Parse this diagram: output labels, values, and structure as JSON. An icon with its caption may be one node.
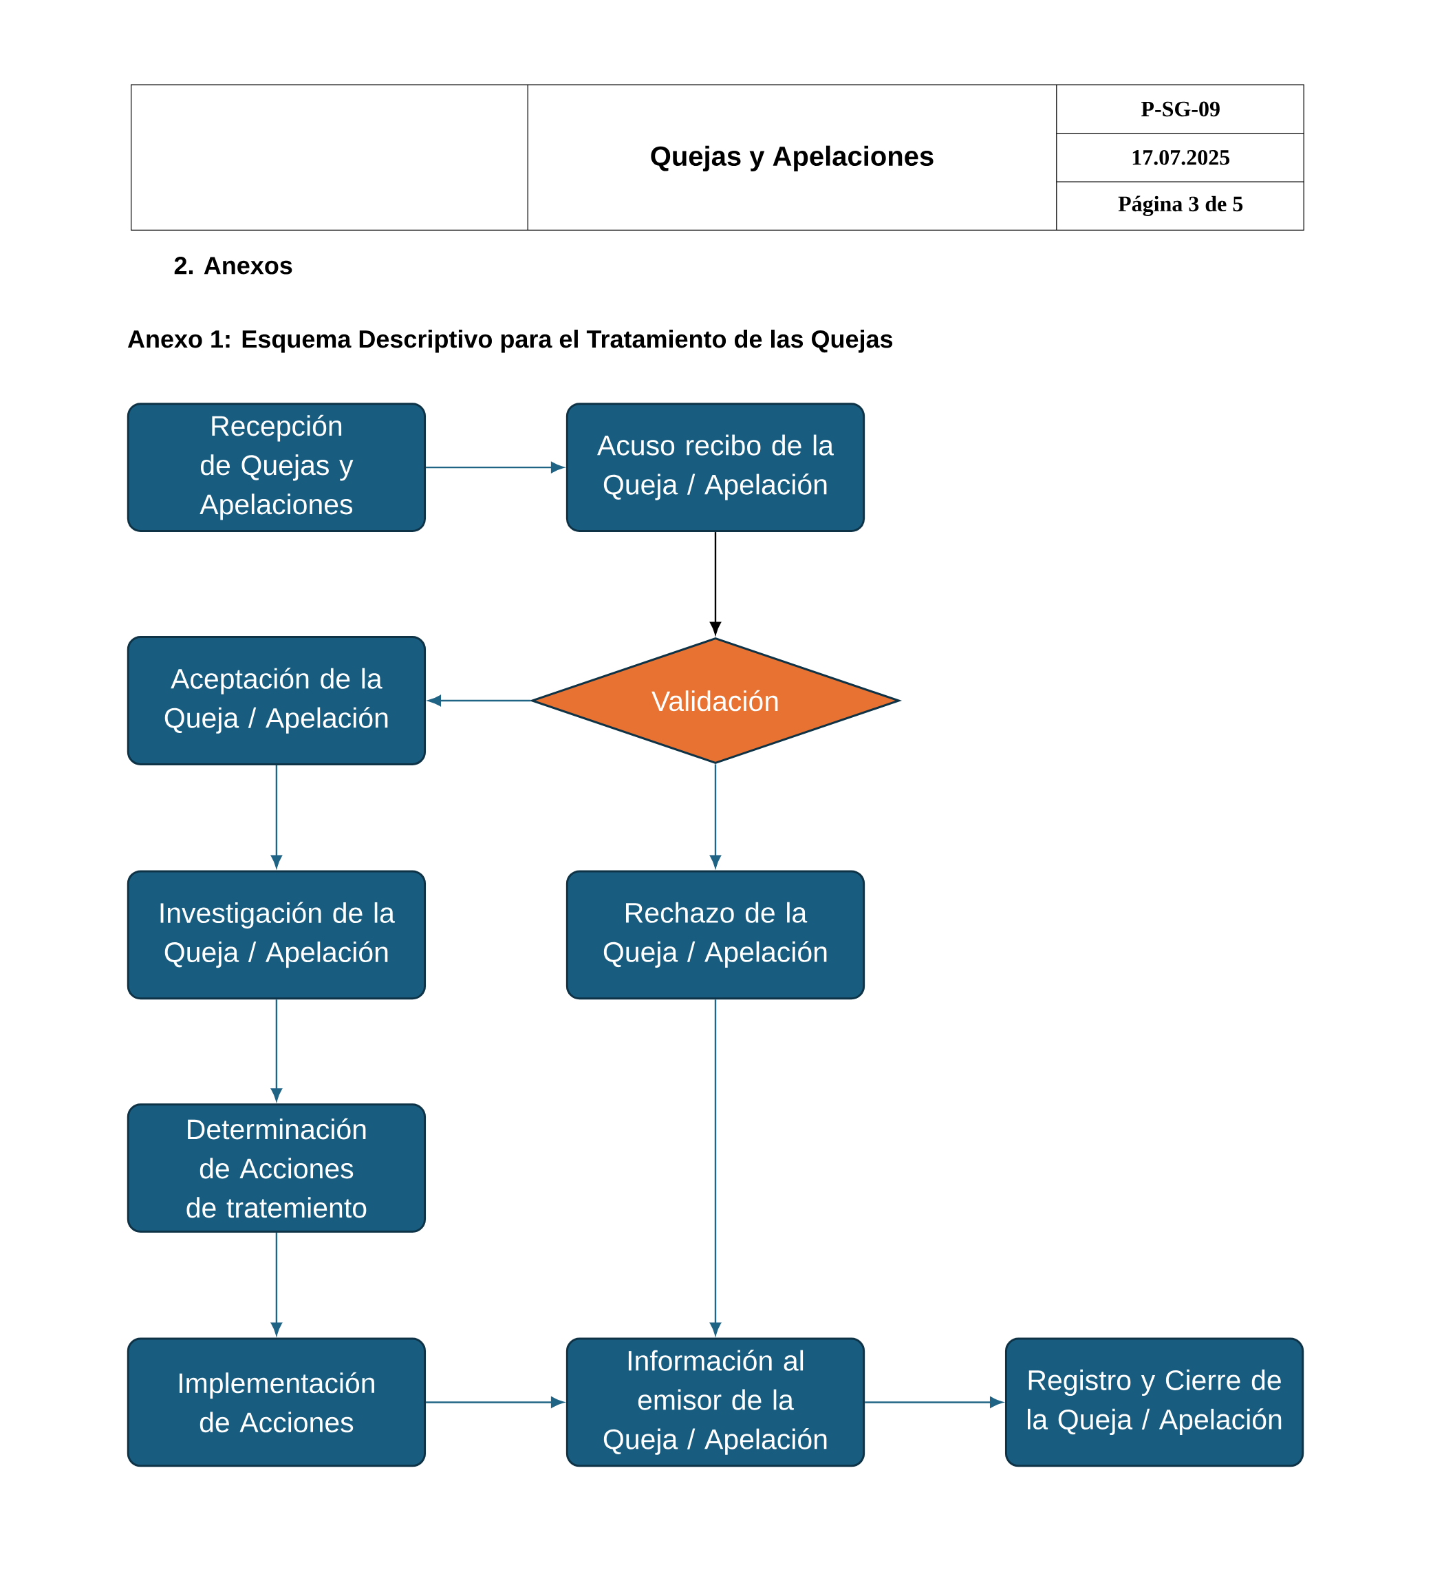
{
  "diagram": {
    "title": "Anexo 1: Esquema Descriptivo para el Tratamiento de las Quejas",
    "nodes": [
      {
        "text": [
          "Recepción de Quejas y Apelaciones"
        ]
      },
      {
        "text": [
          "Acuso recibo de la Queja / Apelación"
        ]
      },
      {
        "text": [
          "Validación"
        ]
      },
      {
        "text": [
          "Aceptación de la Queja / Apelación"
        ]
      },
      {
        "text": [
          "Investigación de la Queja / Apelación"
        ]
      },
      {
        "text": [
          "Rechazo de la Queja / Apelación"
        ]
      },
      {
        "text": [
          "Determinación de Acciones de tratemiento"
        ]
      },
      {
        "text": [
          "Implementación de Acciones"
        ]
      },
      {
        "text": [
          "Información al emisor de la Queja / Apelación"
        ]
      },
      {
        "text": [
          "Registro y Cierre de la Queja / Apelación"
        ]
      }
    ],
    "edges": [
      {
        "from": 0,
        "to": 1,
        "arrow": "to"
      },
      {
        "from": 1,
        "to": 2,
        "arrow": "to",
        "color": "#000000"
      },
      {
        "from": 2,
        "to": 3,
        "arrow": "to"
      },
      {
        "from": 3,
        "to": 4,
        "arrow": "to"
      },
      {
        "from": 2,
        "to": 5,
        "arrow": "to"
      },
      {
        "from": 4,
        "to": 6,
        "arrow": "to"
      },
      {
        "from": 6,
        "to": 7,
        "arrow": "to"
      },
      {
        "from": 5,
        "to": 8,
        "arrow": "to"
      },
      {
        "from": 7,
        "to": 8,
        "arrow": "to"
      },
      {
        "from": 8,
        "to": 9,
        "arrow": "to"
      }
    ],
    "labels": [
      "Quejas y Apelaciones",
      "P-SG-09",
      "17.07.2025",
      "Página 3 de 5",
      "2. Anexos"
    ]
  }
}
